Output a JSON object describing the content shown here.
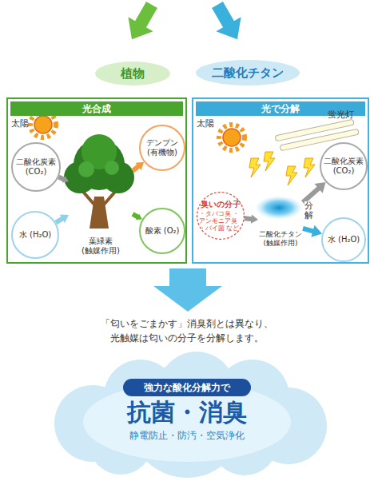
{
  "diagram": {
    "nodes": [
      {
        "text": [
          "植物"
        ]
      },
      {
        "text": [
          "二酸化チタン"
        ]
      },
      {
        "text": [
          "光合成"
        ]
      },
      {
        "text": [
          "二酸化炭素 (CO₂)"
        ],
        "in": 2
      },
      {
        "text": [
          "水 (H₂O)"
        ],
        "in": 2
      },
      {
        "text": [
          "葉緑素 (触媒作用)"
        ],
        "in": 2
      },
      {
        "text": [
          "デンプン (有機物)"
        ],
        "in": 2
      },
      {
        "text": [
          "酸素 (O₂)"
        ],
        "in": 2
      },
      {
        "text": [
          "光で分解"
        ]
      },
      {
        "text": [
          "臭いの分子",
          "・タバコ臭 ・アンモニア臭 ・バイ菌 など"
        ],
        "in": 8
      },
      {
        "text": [
          "二酸化チタン (触媒作用)"
        ],
        "in": 8
      },
      {
        "text": [
          "二酸化炭素 (CO₂)"
        ],
        "in": 8
      },
      {
        "text": [
          "水 (H₂O)"
        ],
        "in": 8
      },
      {
        "text": [
          "抗菌・消臭",
          "静電防止・防汚・空気浄化"
        ]
      },
      {
        "text": [
          "強力な酸化分解力で"
        ],
        "in": 13
      }
    ],
    "edges": [
      {
        "from": 3,
        "to": 5,
        "arrow": "to"
      },
      {
        "from": 4,
        "to": 5,
        "arrow": "to"
      },
      {
        "from": 5,
        "to": 6,
        "arrow": "to"
      },
      {
        "from": 5,
        "to": 7,
        "arrow": "to"
      },
      {
        "from": 9,
        "to": 10,
        "arrow": "to"
      },
      {
        "from": 10,
        "to": 11,
        "arrow": "to"
      },
      {
        "from": 10,
        "to": 12,
        "arrow": "to"
      }
    ],
    "labels": [
      "太陽",
      "太陽",
      "蛍光灯",
      "分解",
      "「匂いをごまかす」消臭剤とは異なり、 光触媒は匂いの分子を分解します。"
    ]
  }
}
